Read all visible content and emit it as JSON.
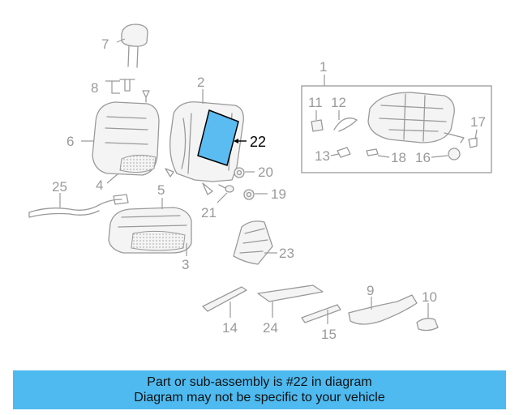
{
  "diagram": {
    "callouts": [
      "1",
      "2",
      "3",
      "4",
      "5",
      "6",
      "7",
      "8",
      "9",
      "10",
      "11",
      "12",
      "13",
      "14",
      "15",
      "16",
      "17",
      "18",
      "19",
      "20",
      "21",
      "22",
      "23",
      "24",
      "25"
    ],
    "highlighted_part": "22",
    "highlight_color": "#5bbcf2"
  },
  "caption": {
    "line1": "Part or sub-assembly is #22 in diagram",
    "line2": "Diagram may not be specific to your vehicle",
    "background": "#4ebaf0"
  }
}
